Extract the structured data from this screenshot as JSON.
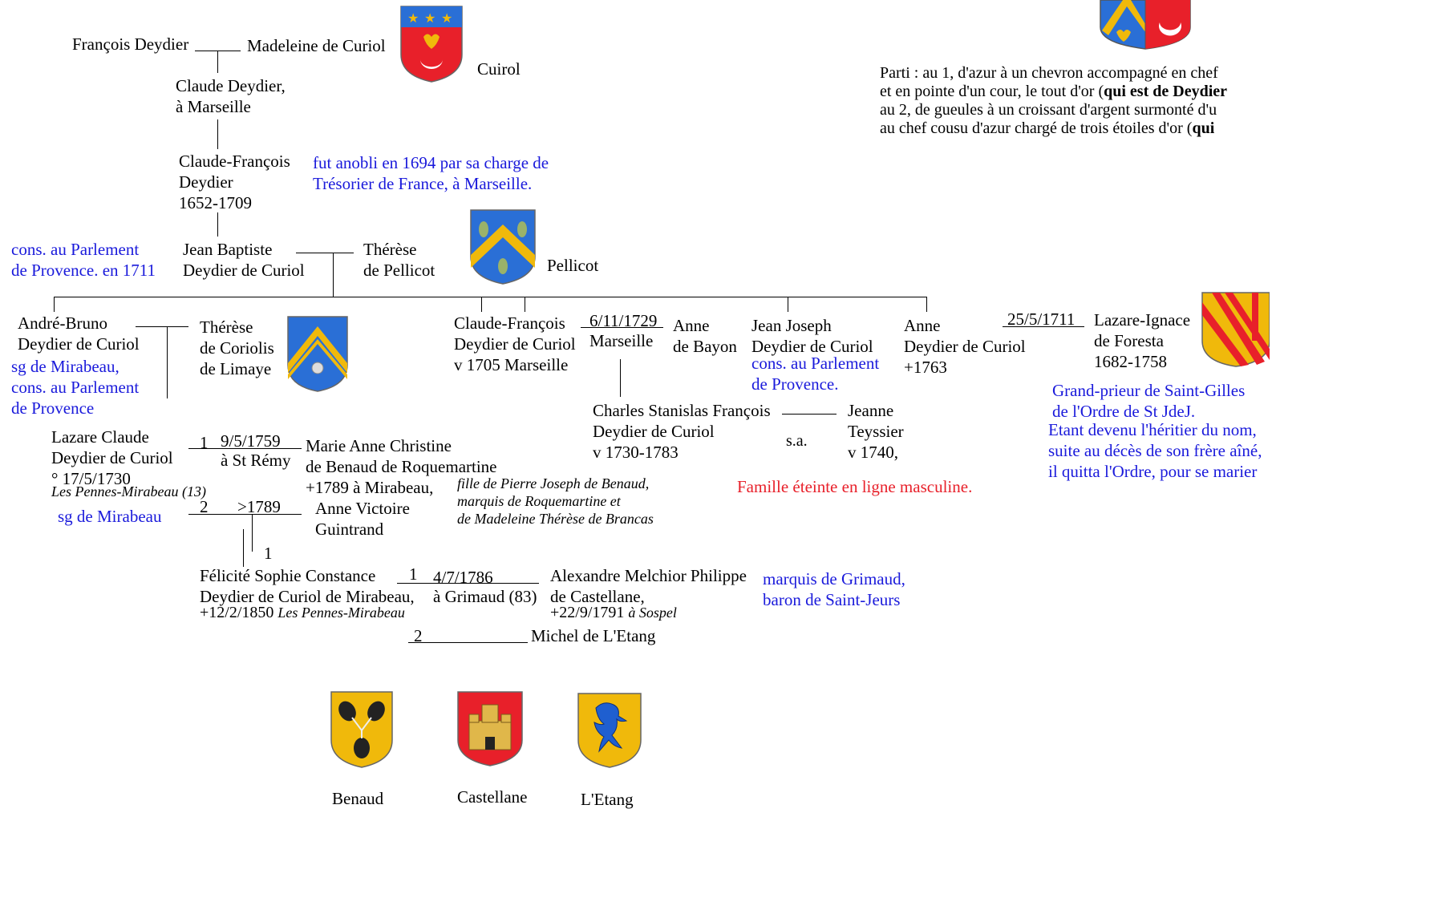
{
  "people": {
    "francois_deydier": "François Deydier",
    "madeleine_curiol": "Madeleine de Curiol",
    "claude_deydier": "Claude Deydier,\nà Marseille",
    "claude_francois_1": "Claude-François\nDeydier\n1652-1709",
    "jean_baptiste": "Jean Baptiste\nDeydier de Curiol",
    "therese_pellicot": "Thérèse\nde Pellicot",
    "andre_bruno": "André-Bruno\nDeydier de Curiol",
    "therese_coriolis": "Thérèse\nde Coriolis\nde Limaye",
    "claude_francois_2": "Claude-François\nDeydier de Curiol\nv 1705 Marseille",
    "anne_bayon": "Anne\nde Bayon",
    "jean_joseph": "Jean Joseph\nDeydier de Curiol",
    "anne_deydier": "Anne\nDeydier de Curiol\n+1763",
    "lazare_ignace": "Lazare-Ignace\nde Foresta\n1682-1758",
    "charles_stanislas": "Charles Stanislas François\nDeydier de Curiol\nv 1730-1783",
    "jeanne_teyssier": "Jeanne\nTeyssier\nv 1740,",
    "lazare_claude": "Lazare Claude\nDeydier de Curiol\n° 17/5/1730",
    "marie_anne": "Marie Anne Christine\nde Benaud de Roquemartine\n+1789 à Mirabeau,",
    "anne_victoire": "Anne Victoire\nGuintrand",
    "felicite_name": "Félicité Sophie Constance\nDeydier de Curiol de Mirabeau,",
    "felicite_death": "+12/2/1850",
    "alexandre_name": "Alexandre Melchior Philippe\nde Castellane,",
    "alexandre_death": "+22/9/1791",
    "michel": "Michel de L'Etang"
  },
  "places_italic": {
    "lazare_claude_place": "Les Pennes-Mirabeau (13)",
    "felicite_place": "Les Pennes-Mirabeau",
    "alexandre_place": "à Sospel",
    "marie_anne_parents": "fille de Pierre Joseph de Benaud,\nmarquis de Roquemartine et\nde Madeleine Thérèse de Brancas"
  },
  "marriages": {
    "cf_marriage_date": "6/11/1729",
    "cf_marriage_place": "Marseille",
    "anne_marriage_date": "25/5/1711",
    "lc_m1_num": "1",
    "lc_m1_date": "9/5/1759",
    "lc_m1_place": "à St Rémy",
    "lc_m2_num": "2",
    "lc_m2_date": ">1789",
    "lc_child_num": "1",
    "fel_m1_num": "1",
    "fel_m1_date": "4/7/1786",
    "fel_m1_place": "à Grimaud (83)",
    "fel_m2_num": "2",
    "sa": "s.a."
  },
  "notes_blue": {
    "anobli": "fut anobli en 1694 par sa charge de\nTrésorier de France, à Marseille.",
    "cons_jb": "cons. au Parlement\nde Provence. en 1711",
    "andre_titles": "sg de Mirabeau,\ncons. au Parlement\nde Provence",
    "jj_cons": "cons. au Parlement\nde Provence.",
    "grand_prieur": "Grand-prieur de Saint-Gilles\nde l'Ordre de St JdeJ.",
    "etant_devenu": "Etant devenu l'héritier du nom,\nsuite au décès de son frère aîné,\nil quitta l'Ordre, pour se marier",
    "sg_mirabeau": "sg de Mirabeau",
    "marquis_grimaud": "marquis de Grimaud,\nbaron de Saint-Jeurs"
  },
  "note_red": "Famille éteinte en ligne masculine.",
  "blazon": {
    "line1": "Parti : au 1, d'azur à un chevron accompagné en chef",
    "line2_pre": "et en pointe d'un cour, le tout d'or (",
    "line2_bold": "qui est de Deydier",
    "line3": "au 2, de gueules à un croissant d'argent surmonté d'u",
    "line4_pre": "au chef cousu d'azur chargé de trois étoiles d'or (",
    "line4_bold": "qui"
  },
  "crest_labels": {
    "curiol": "Cuirol",
    "pellicot": "Pellicot",
    "benaud": "Benaud",
    "castellane": "Castellane",
    "letang": "L'Etang"
  },
  "colors": {
    "blue_text": "#1a1adb",
    "red_text": "#e8202a",
    "azure": "#2a6fd6",
    "or": "#f0b90b",
    "gules": "#e8202a"
  }
}
